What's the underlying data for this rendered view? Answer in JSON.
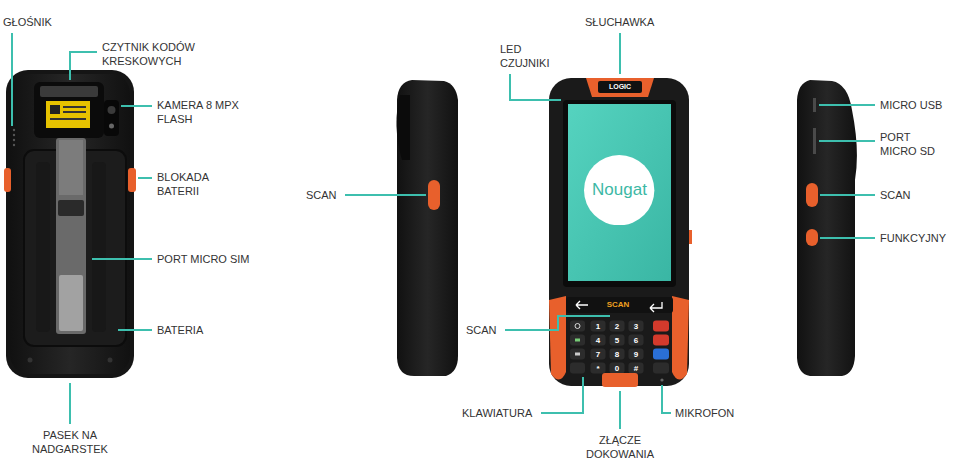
{
  "diagram": {
    "nodes": [
      {
        "text": [
          "Nougat"
        ]
      }
    ],
    "labels": [
      "GŁOŚNIK",
      "CZYTNIK KODÓW KRESKOWYCH",
      "KAMERA 8 MPX FLASH",
      "BLOKADA BATERII",
      "PORT MICRO SIM",
      "BATERIA",
      "PASEK NA NADGARSTEK",
      "SCAN",
      "LED CZUJNIKI",
      "SŁUCHAWKA",
      "LOGIC",
      "SCAN",
      "SCAN",
      "KLAWIATURA",
      "ZŁĄCZE DOKOWANIA",
      "MIKROFON",
      "MICRO USB",
      "PORT MICRO SD",
      "SCAN",
      "FUNKCYJNY",
      "1",
      "2",
      "3",
      "4",
      "5",
      "6",
      "7",
      "8",
      "9",
      "*",
      "0",
      "#"
    ]
  }
}
